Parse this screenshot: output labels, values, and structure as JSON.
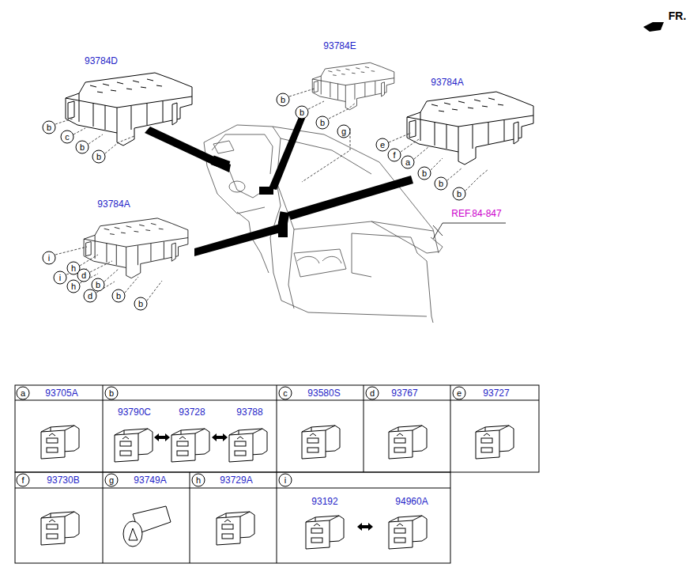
{
  "diagram": {
    "labels": [
      "FR.",
      "93784D",
      "93784E",
      "93784A",
      "93784A",
      "REF.84-847",
      "b",
      "c",
      "b",
      "b",
      "b",
      "b",
      "b",
      "g",
      "e",
      "f",
      "a",
      "b",
      "b",
      "b",
      "i",
      "h",
      "d",
      "i",
      "h",
      "b",
      "d",
      "b",
      "b",
      "a",
      "93705A",
      "b",
      "93790C",
      "93728",
      "93788",
      "c",
      "93580S",
      "d",
      "93767",
      "e",
      "93727",
      "f",
      "93730B",
      "g",
      "93749A",
      "h",
      "93729A",
      "i",
      "93192",
      "94960A"
    ]
  }
}
